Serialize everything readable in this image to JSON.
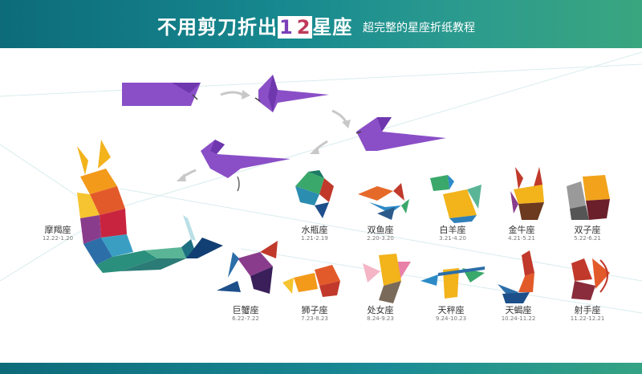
{
  "header": {
    "title_prefix": "不用剪刀折出",
    "title_num_1": "1",
    "title_num_2": "2",
    "title_suffix": "星座",
    "subtitle": "超完整的星座折纸教程"
  },
  "signs": [
    {
      "name": "摩羯座",
      "date": "12.22-1.20"
    },
    {
      "name": "水瓶座",
      "date": "1.21-2.19"
    },
    {
      "name": "双鱼座",
      "date": "2.20-3.20"
    },
    {
      "name": "白羊座",
      "date": "3.21-4.20"
    },
    {
      "name": "金牛座",
      "date": "4.21-5.21"
    },
    {
      "name": "双子座",
      "date": "5.22-6.21"
    },
    {
      "name": "巨蟹座",
      "date": "6.22-7.22"
    },
    {
      "name": "狮子座",
      "date": "7.23-8.23"
    },
    {
      "name": "处女座",
      "date": "8.24-9.23"
    },
    {
      "name": "天秤座",
      "date": "9.24-10.23"
    },
    {
      "name": "天蝎座",
      "date": "10.24-11.22"
    },
    {
      "name": "射手座",
      "date": "11.22-12.21"
    }
  ],
  "colors": {
    "header": "#17898f",
    "title_accent": "#7a3fb8",
    "fold_purple": "#8a4fc7",
    "arrow": "#c8c8c8"
  }
}
